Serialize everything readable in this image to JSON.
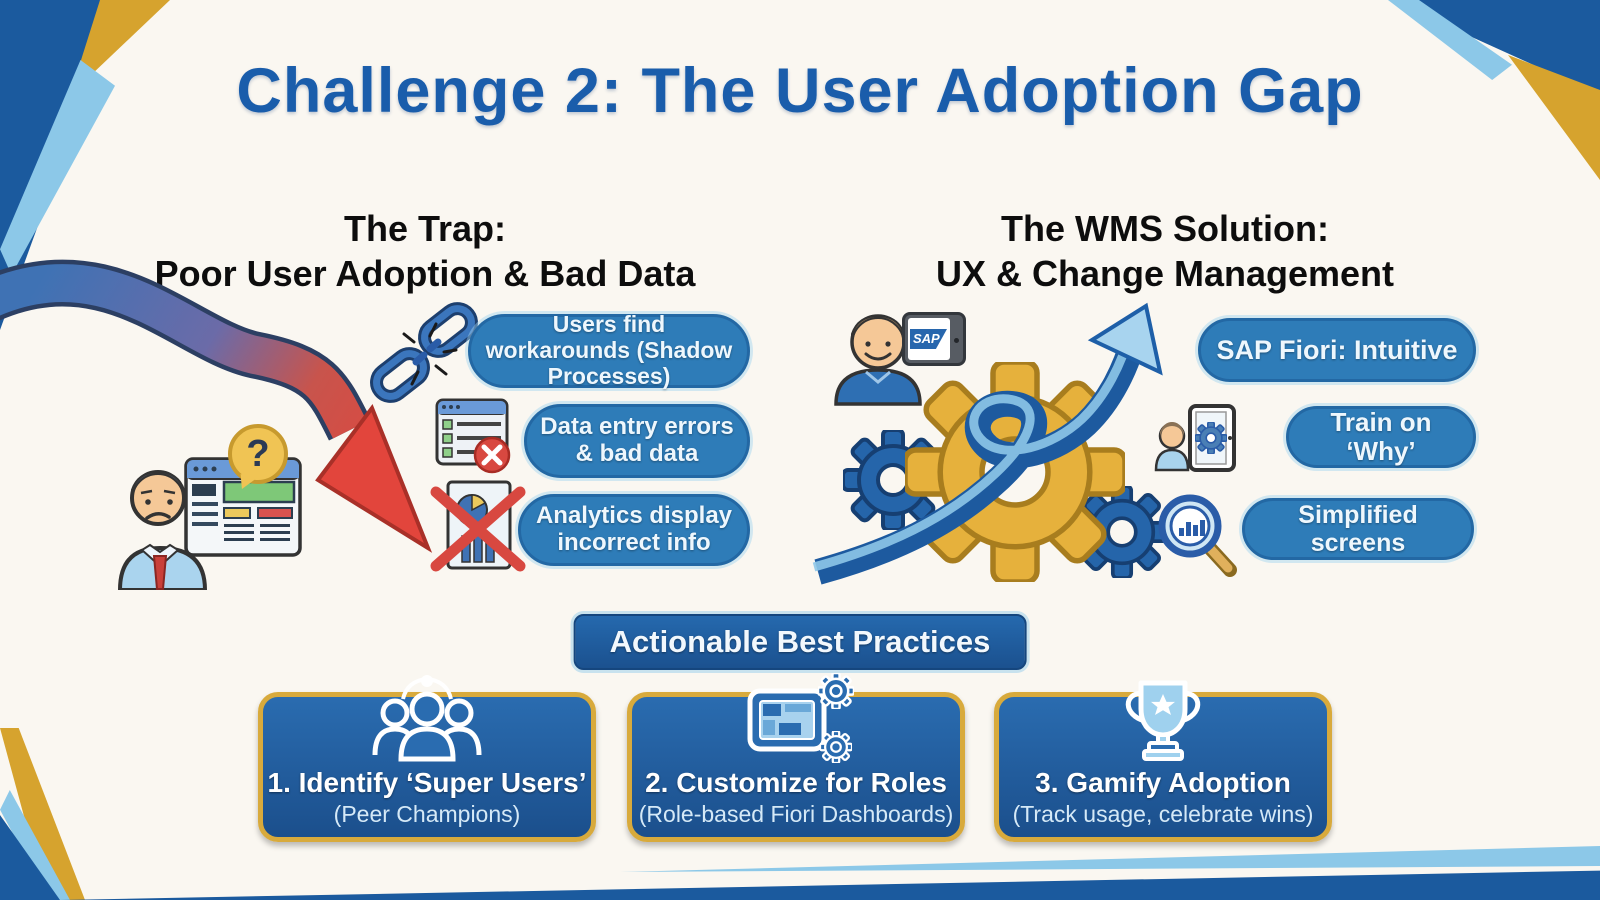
{
  "title": "Challenge 2: The User Adoption Gap",
  "left_panel": {
    "heading_line1": "The Trap:",
    "heading_line2": "Poor User Adoption & Bad Data",
    "question_mark": "?",
    "pills": [
      {
        "label": "Users find workarounds (Shadow Processes)"
      },
      {
        "label": "Data entry errors & bad data"
      },
      {
        "label": "Analytics display incorrect info"
      }
    ]
  },
  "right_panel": {
    "heading_line1": "The WMS Solution:",
    "heading_line2": "UX & Change Management",
    "tablet_logo": "SAP",
    "pills": [
      {
        "label": "SAP Fiori: Intuitive"
      },
      {
        "label": "Train on ‘Why’"
      },
      {
        "label": "Simplified screens"
      }
    ]
  },
  "best_practices": {
    "banner": "Actionable Best Practices",
    "cards": [
      {
        "icon": "team-icon",
        "title": "1. Identify ‘Super Users’",
        "subtitle": "(Peer Champions)"
      },
      {
        "icon": "role-dashboard-icon",
        "title": "2. Customize for Roles",
        "subtitle": "(Role-based Fiori Dashboards)"
      },
      {
        "icon": "trophy-icon",
        "title": "3. Gamify Adoption",
        "subtitle": "(Track usage, celebrate wins)"
      }
    ]
  },
  "icons": {
    "question-bubble-icon": "gold speech bubble with ?",
    "confused-user-icon": "frowning person, light blue shirt, red tie",
    "dashboard-window-icon": "browser window with green panel and colored bars",
    "decline-arrow-icon": "blue-to-red arrow curving downward",
    "broken-chain-icon": "two separated blue chain links",
    "form-error-icon": "checklist window with red X badge",
    "analytics-error-icon": "report page with pie and bars crossed by red X",
    "happy-user-icon": "smiling person, blue shirt",
    "sap-tablet-icon": "tablet showing SAP logo",
    "gears-icon": "gold gear with two blue gears",
    "growth-arrow-icon": "blue arrow looping upward to the right",
    "tablet-gear-user-icon": "person beside tablet with gear",
    "analytics-magnifier-icon": "magnifying glass over mini bar chart",
    "team-icon": "group of people outline",
    "role-dashboard-icon": "dashboard screen with gears",
    "trophy-icon": "trophy cup with star"
  },
  "colors": {
    "background": "#faf7f1",
    "title_blue": "#1a5dab",
    "pill_blue": "#2e7cb8",
    "banner_blue": "#1d5fa8",
    "card_blue": "#2a6cb0",
    "card_border_gold": "#d8aa3c",
    "corner_gold": "#d6a32e",
    "corner_light_blue": "#8cc8e8",
    "corner_dark_blue": "#1b5a9e",
    "decline_red": "#e2453c",
    "gear_gold": "#e6b13c",
    "gear_blue": "#2565aa",
    "heading_black": "#0d0d0d"
  }
}
